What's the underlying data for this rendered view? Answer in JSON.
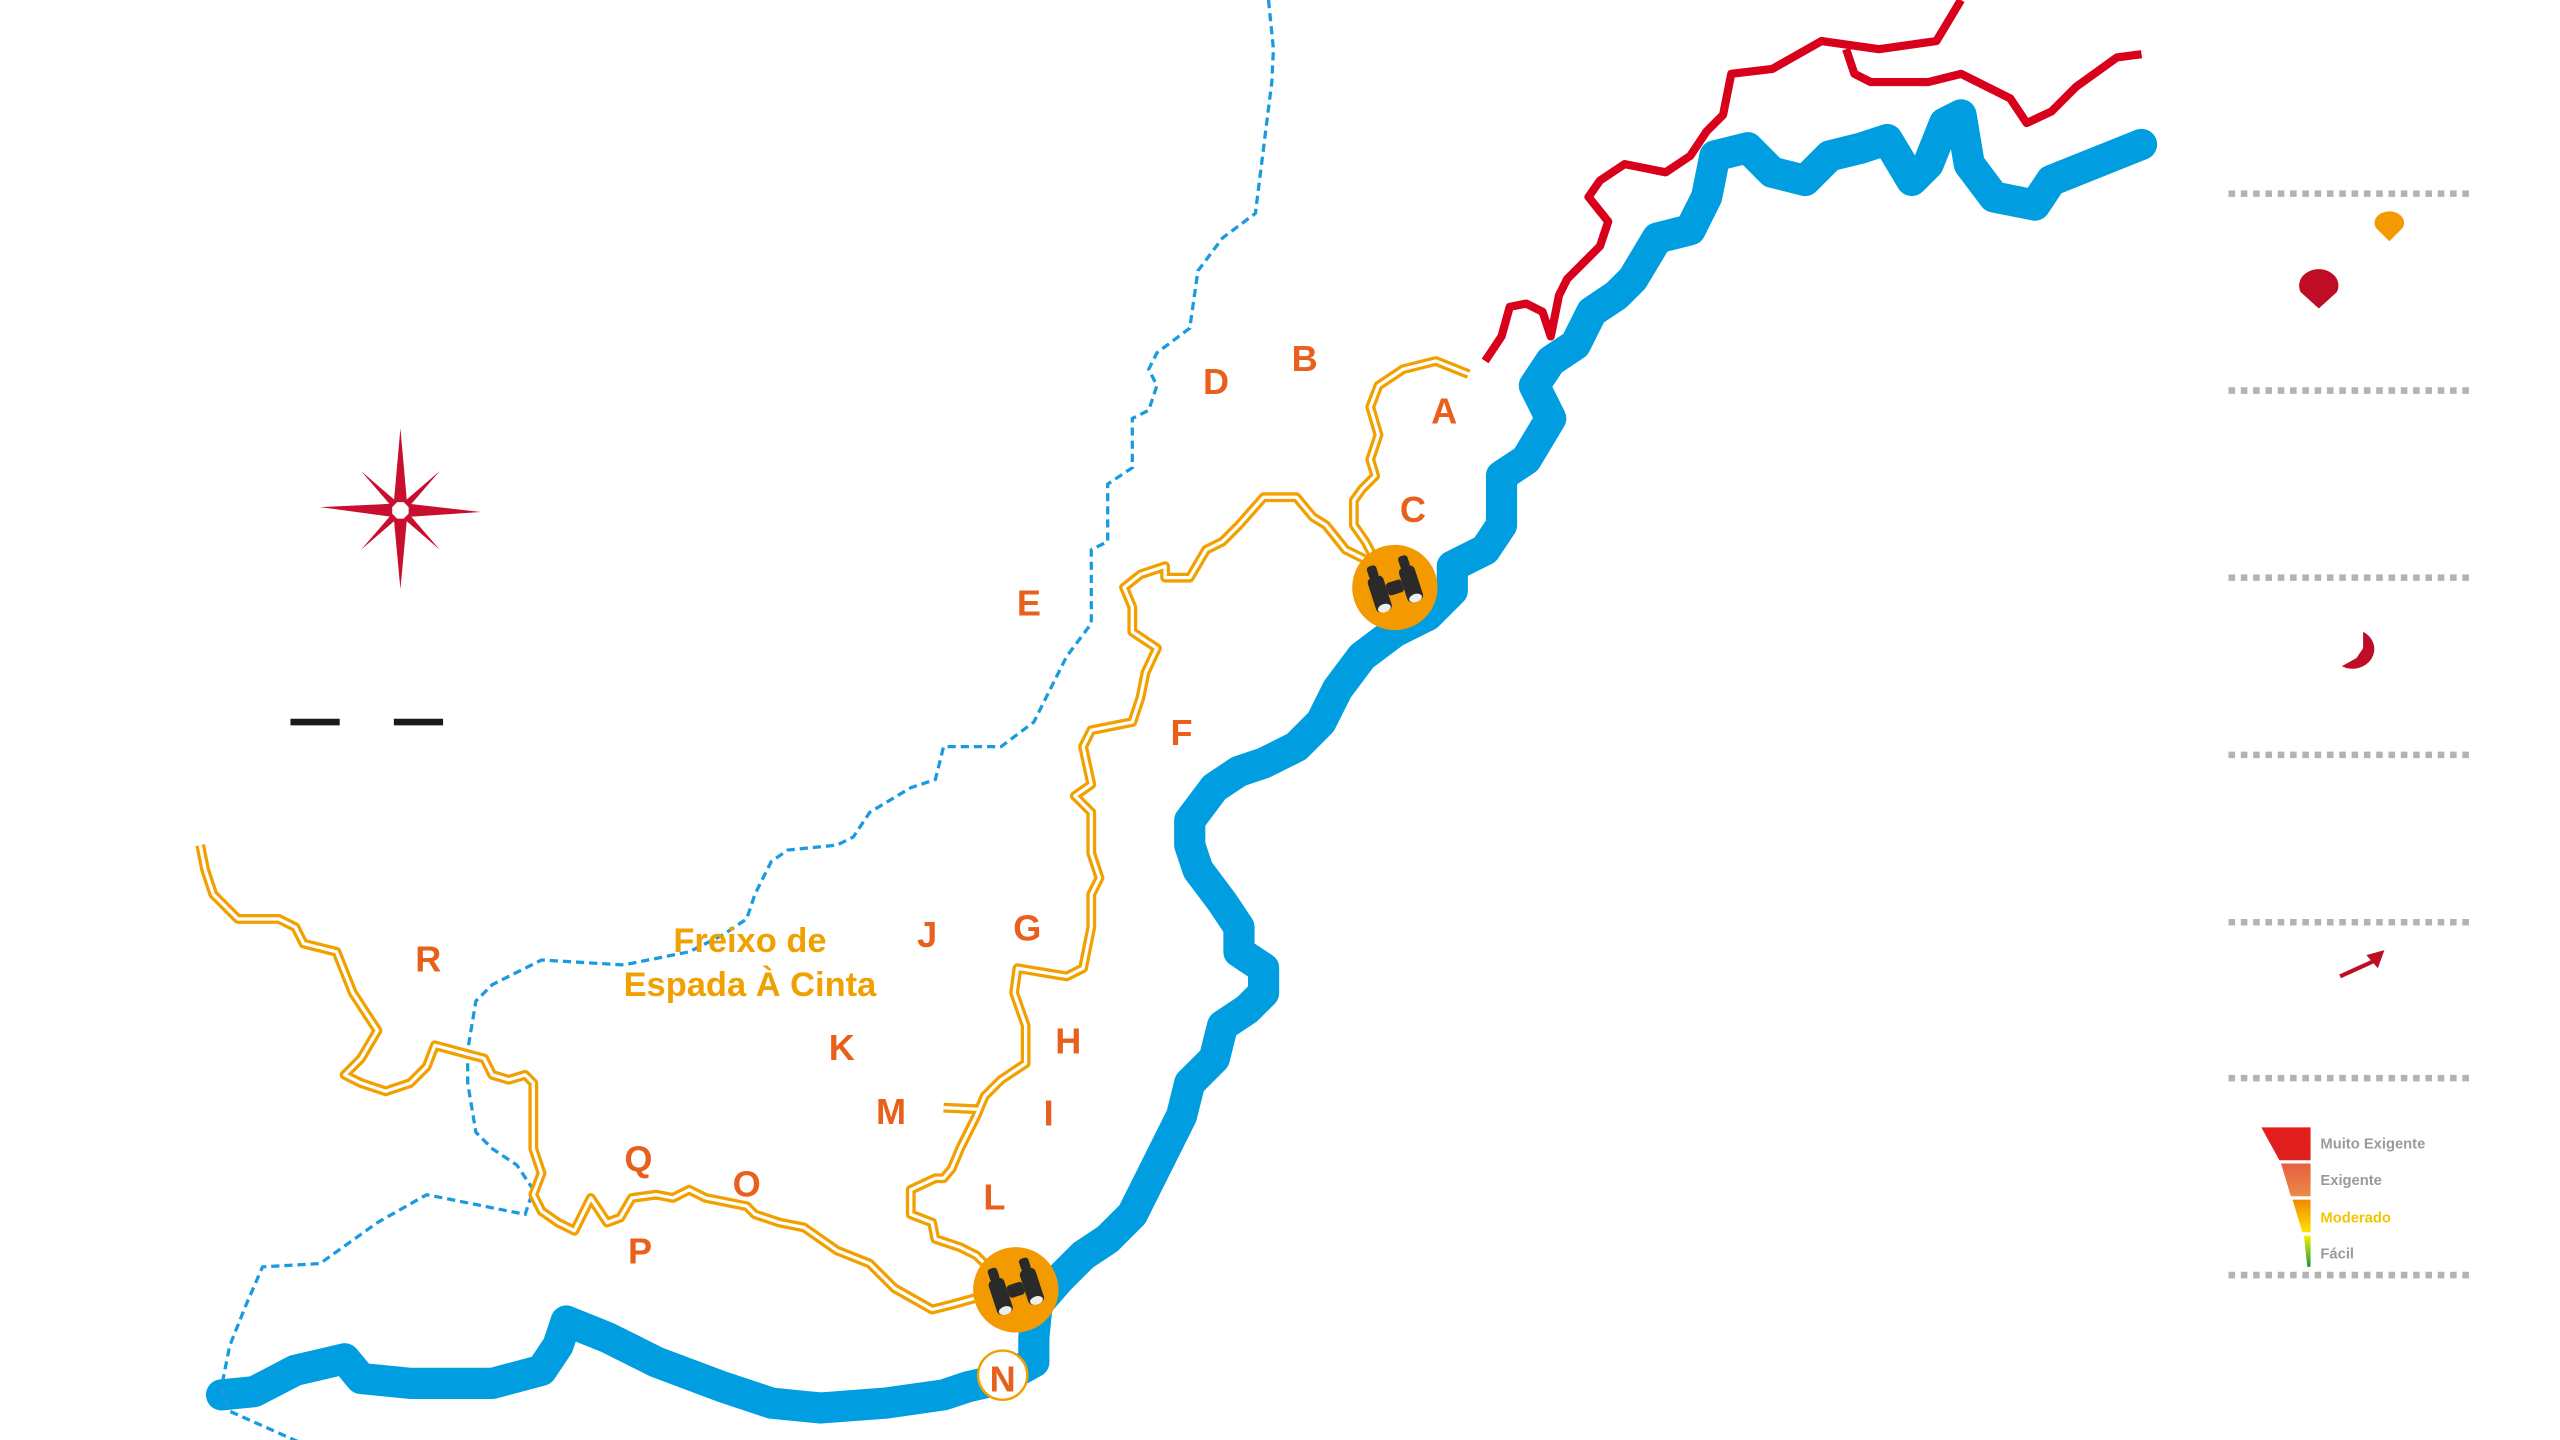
{
  "map": {
    "town": {
      "line1": "Freixo de",
      "line2": "Espada À Cinta"
    },
    "points": [
      "A",
      "B",
      "C",
      "D",
      "E",
      "F",
      "G",
      "H",
      "I",
      "J",
      "K",
      "L",
      "M",
      "N",
      "O",
      "P",
      "Q",
      "R"
    ],
    "icons": [
      "compass-rose-icon",
      "binoculars-icon",
      "map-pin-icon",
      "arrow-icon"
    ]
  },
  "legend": {
    "difficulty": [
      {
        "label": "Muito Exigente",
        "color": "#e01e1e"
      },
      {
        "label": "Exigente",
        "color": "#ea7a45"
      },
      {
        "label": "Moderado",
        "color": "#f5c400"
      },
      {
        "label": "Fácil",
        "color": "#2aa038"
      }
    ]
  },
  "colors": {
    "river": "#009ee0",
    "border": "#d9001b",
    "road": "#f0a000",
    "trail": "#1a9be0",
    "label": "#e8601c"
  }
}
